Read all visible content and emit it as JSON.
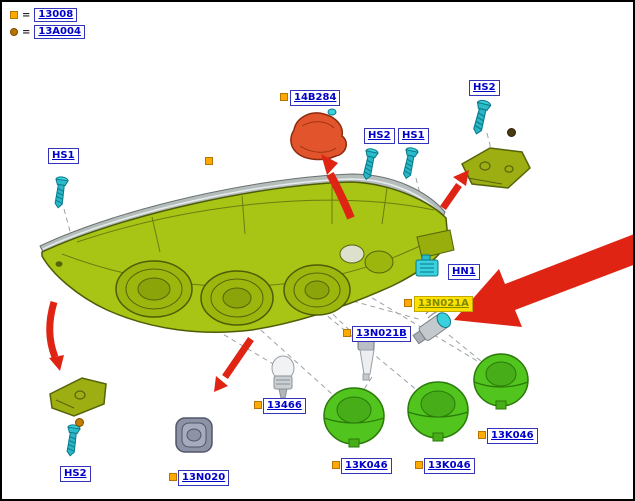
{
  "legend": {
    "rows": [
      {
        "symbol": "orange-square",
        "eq": "=",
        "label": "13008"
      },
      {
        "symbol": "orange-circle",
        "eq": "=",
        "label": "13A004"
      }
    ]
  },
  "callouts": {
    "hs1_left": "HS1",
    "part_14b284": "14B284",
    "hs2_mid": "HS2",
    "hs1_mid": "HS1",
    "hs2_top_right": "HS2",
    "hn1": "HN1",
    "part_13n021a": "13N021A",
    "part_13n021b": "13N021B",
    "part_13466": "13466",
    "part_13n020": "13N020",
    "part_13k046_1": "13K046",
    "part_13k046_2": "13K046",
    "part_13k046_3": "13K046",
    "hs2_bottom_left": "HS2"
  },
  "colors": {
    "link_blue": "#0000cc",
    "highlight_yellow": "#ffe000",
    "marker_orange": "#ffaa00",
    "marker_brown": "#b87400",
    "arrow_red": "#e02414",
    "housing_green": "#a8c414",
    "trim_gray": "#b4bcbc",
    "screw_cyan": "#3ad0de",
    "part_orange": "#e2552c",
    "cap_green": "#52c41e"
  }
}
